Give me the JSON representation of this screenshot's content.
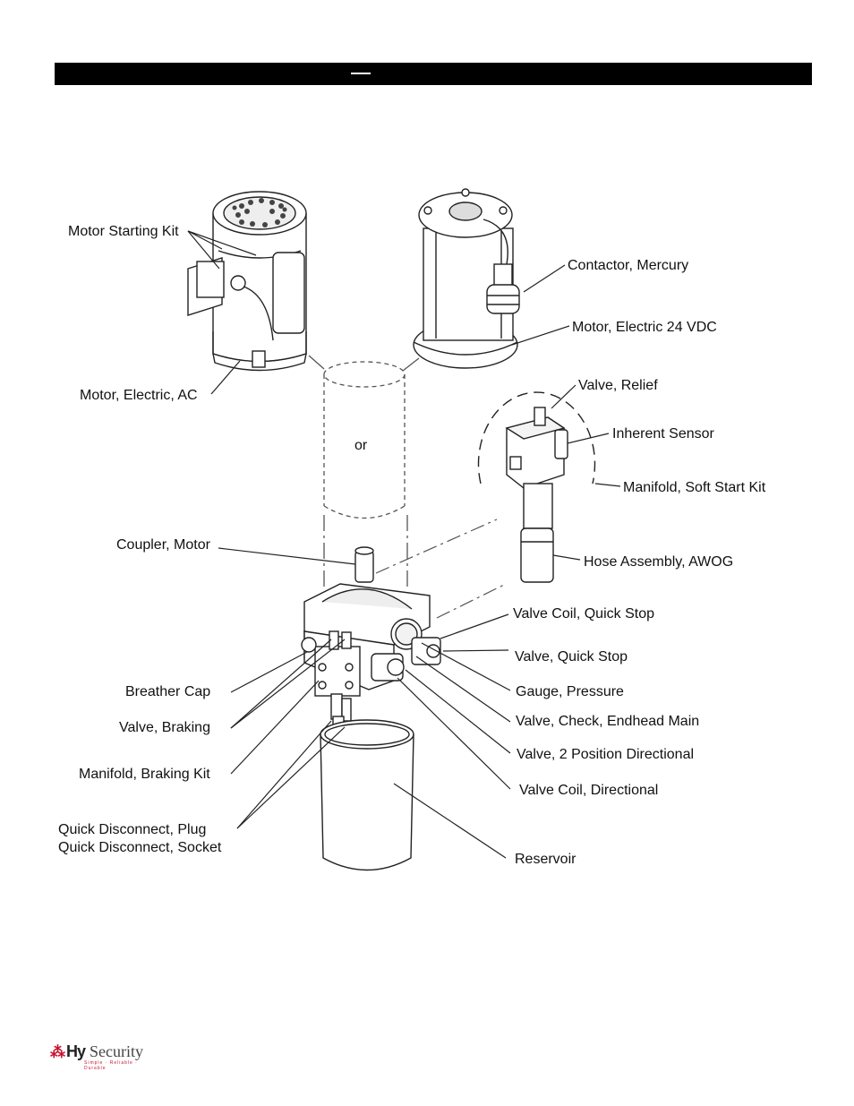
{
  "labels": {
    "motor_starting_kit": "Motor Starting Kit",
    "contactor_mercury": "Contactor, Mercury",
    "motor_electric_24vdc": "Motor, Electric 24 VDC",
    "motor_electric_ac": "Motor, Electric, AC",
    "or": "or",
    "valve_relief": "Valve, Relief",
    "inherent_sensor": "Inherent Sensor",
    "manifold_soft_start_kit": "Manifold, Soft Start Kit",
    "coupler_motor": "Coupler, Motor",
    "hose_assembly_awog": "Hose Assembly, AWOG",
    "valve_coil_quick_stop": "Valve Coil, Quick Stop",
    "valve_quick_stop": "Valve, Quick Stop",
    "breather_cap": "Breather Cap",
    "gauge_pressure": "Gauge, Pressure",
    "valve_braking": "Valve, Braking",
    "valve_check_endhead_main": "Valve, Check, Endhead Main",
    "valve_2_position_directional": "Valve, 2 Position Directional",
    "manifold_braking_kit": "Manifold, Braking Kit",
    "valve_coil_directional": "Valve Coil, Directional",
    "quick_disconnect_plug": "Quick Disconnect, Plug",
    "quick_disconnect_socket": "Quick Disconnect, Socket",
    "reservoir": "Reservoir"
  },
  "logo": {
    "brand_hy": "Hy",
    "brand_security": "Security",
    "tagline": "Simple · Reliable · Durable",
    "accent_color": "#c8102e"
  }
}
